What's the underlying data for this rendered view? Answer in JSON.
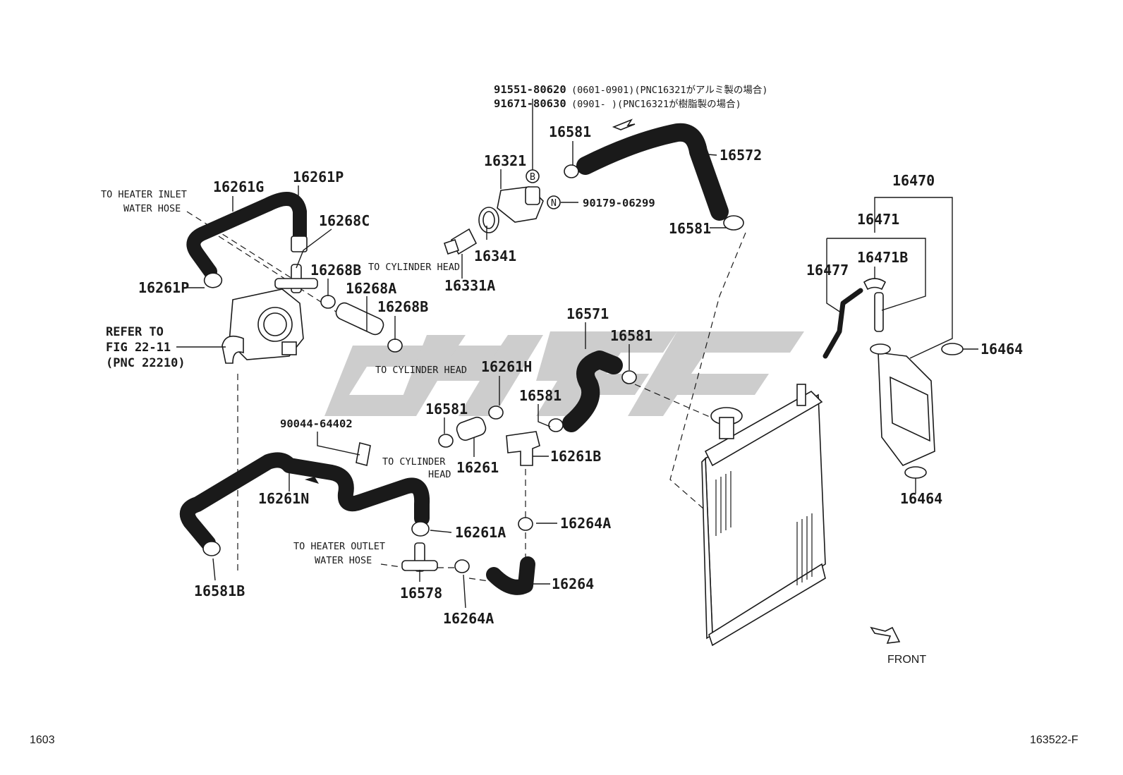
{
  "diagram": {
    "labels": [
      {
        "id": "16261G",
        "text": "16261G"
      },
      {
        "id": "16261P_top",
        "text": "16261P"
      },
      {
        "id": "16268C",
        "text": "16268C"
      },
      {
        "id": "16268B_a",
        "text": "16268B"
      },
      {
        "id": "16268A",
        "text": "16268A"
      },
      {
        "id": "16268B_b",
        "text": "16268B"
      },
      {
        "id": "16261P_left",
        "text": "16261P"
      },
      {
        "id": "16321",
        "text": "16321"
      },
      {
        "id": "16581_a",
        "text": "16581"
      },
      {
        "id": "16572",
        "text": "16572"
      },
      {
        "id": "16341",
        "text": "16341"
      },
      {
        "id": "16331A",
        "text": "16331A"
      },
      {
        "id": "16581_b",
        "text": "16581"
      },
      {
        "id": "16470",
        "text": "16470"
      },
      {
        "id": "16471",
        "text": "16471"
      },
      {
        "id": "16471B",
        "text": "16471B"
      },
      {
        "id": "16477",
        "text": "16477"
      },
      {
        "id": "16464_a",
        "text": "16464"
      },
      {
        "id": "16464_b",
        "text": "16464"
      },
      {
        "id": "16571",
        "text": "16571"
      },
      {
        "id": "16581_c",
        "text": "16581"
      },
      {
        "id": "16261H",
        "text": "16261H"
      },
      {
        "id": "16581_d",
        "text": "16581"
      },
      {
        "id": "16581_e",
        "text": "16581"
      },
      {
        "id": "16261",
        "text": "16261"
      },
      {
        "id": "16261B",
        "text": "16261B"
      },
      {
        "id": "16261N",
        "text": "16261N"
      },
      {
        "id": "16261A",
        "text": "16261A"
      },
      {
        "id": "16264A_a",
        "text": "16264A"
      },
      {
        "id": "16264",
        "text": "16264"
      },
      {
        "id": "16578",
        "text": "16578"
      },
      {
        "id": "16264A_b",
        "text": "16264A"
      },
      {
        "id": "16581B",
        "text": "16581B"
      },
      {
        "id": "90044",
        "text": "90044-64402"
      },
      {
        "id": "90179",
        "text": "90179-06299"
      }
    ],
    "header_lines": [
      {
        "part": "91551-80620",
        "text": "(0601-0901)(PNC16321がアルミ製の場合)"
      },
      {
        "part": "91671-80630",
        "text": "(0901-      )(PNC16321が樹脂製の場合)"
      }
    ],
    "notes": {
      "heater_inlet_1": "TO HEATER INLET",
      "heater_inlet_2": "WATER HOSE",
      "cyl_head_1": "TO CYLINDER HEAD",
      "cyl_head_2": "TO CYLINDER HEAD",
      "cyl_head_3a": "TO CYLINDER",
      "cyl_head_3b": "HEAD",
      "heater_outlet_1": "TO HEATER OUTLET",
      "heater_outlet_2": "WATER HOSE",
      "front": "FRONT"
    },
    "refer": {
      "line1": "REFER TO",
      "line2": "FIG 22-11",
      "line3": "(PNC 22210)"
    },
    "markers": {
      "b": "B",
      "n": "N"
    },
    "footer": {
      "left": "1603",
      "right": "163522-F"
    },
    "watermark_color": "#c8c8c8"
  }
}
